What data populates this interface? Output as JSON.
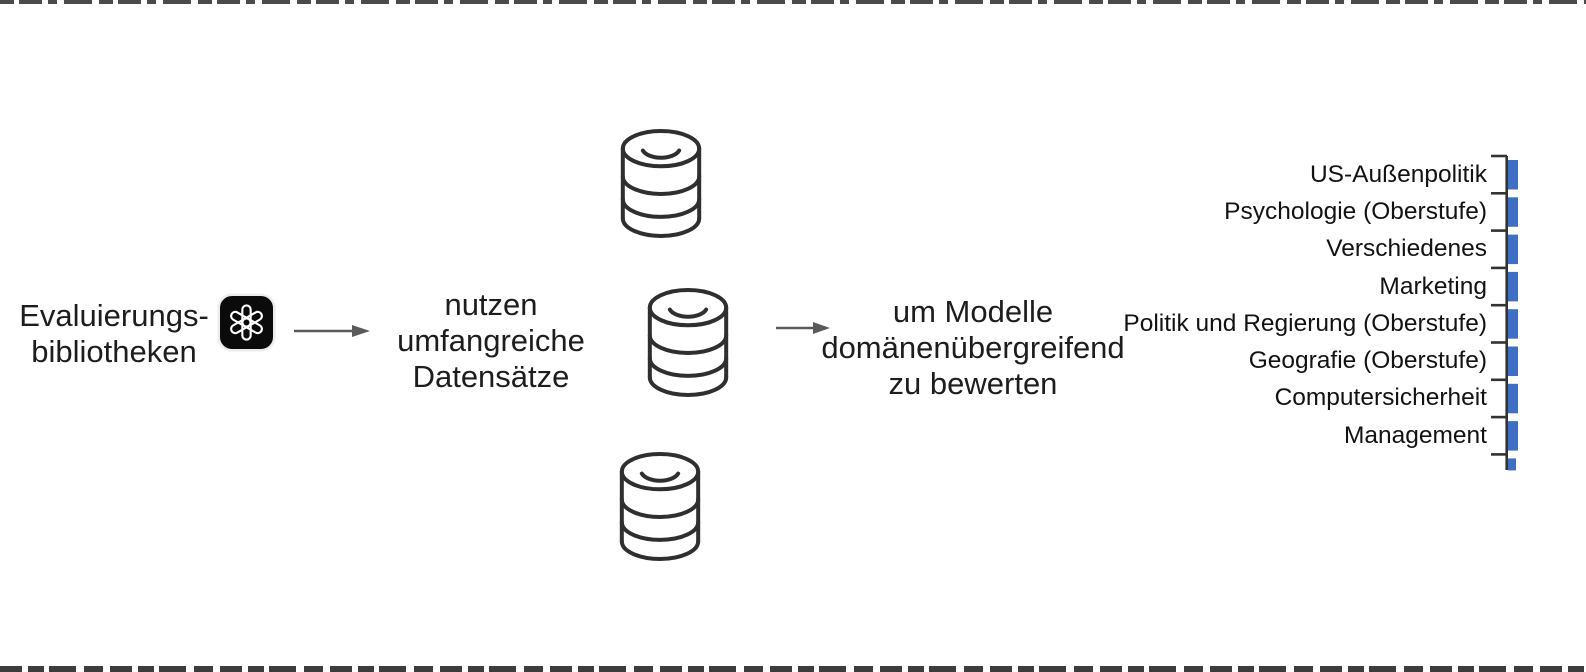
{
  "diagram": {
    "left_text": {
      "line1": "Evaluierungs-",
      "line2": "bibliotheken"
    },
    "middle_text": {
      "line1": "nutzen",
      "line2": "umfangreiche",
      "line3": "Datensätze"
    },
    "right_text": {
      "line1": "um Modelle",
      "line2": "domänenübergreifend",
      "line3": "zu bewerten"
    }
  },
  "domains": {
    "items": [
      {
        "label": "US-Außenpolitik"
      },
      {
        "label": "Psychologie (Oberstufe)"
      },
      {
        "label": "Verschiedenes"
      },
      {
        "label": "Marketing"
      },
      {
        "label": "Politik und Regierung (Oberstufe)"
      },
      {
        "label": "Geografie (Oberstufe)"
      },
      {
        "label": "Computersicherheit"
      },
      {
        "label": "Management"
      }
    ]
  },
  "icons": {
    "openai": "openai-logo",
    "database": "database-cylinder",
    "arrow": "right-arrow"
  },
  "colors": {
    "bar_blue": "#3f6fc4",
    "ink": "#1d1d1d",
    "arrow_gray": "#5a5a5a",
    "icon_stroke": "#2f2f2f",
    "tile_black": "#0b0b0b"
  }
}
